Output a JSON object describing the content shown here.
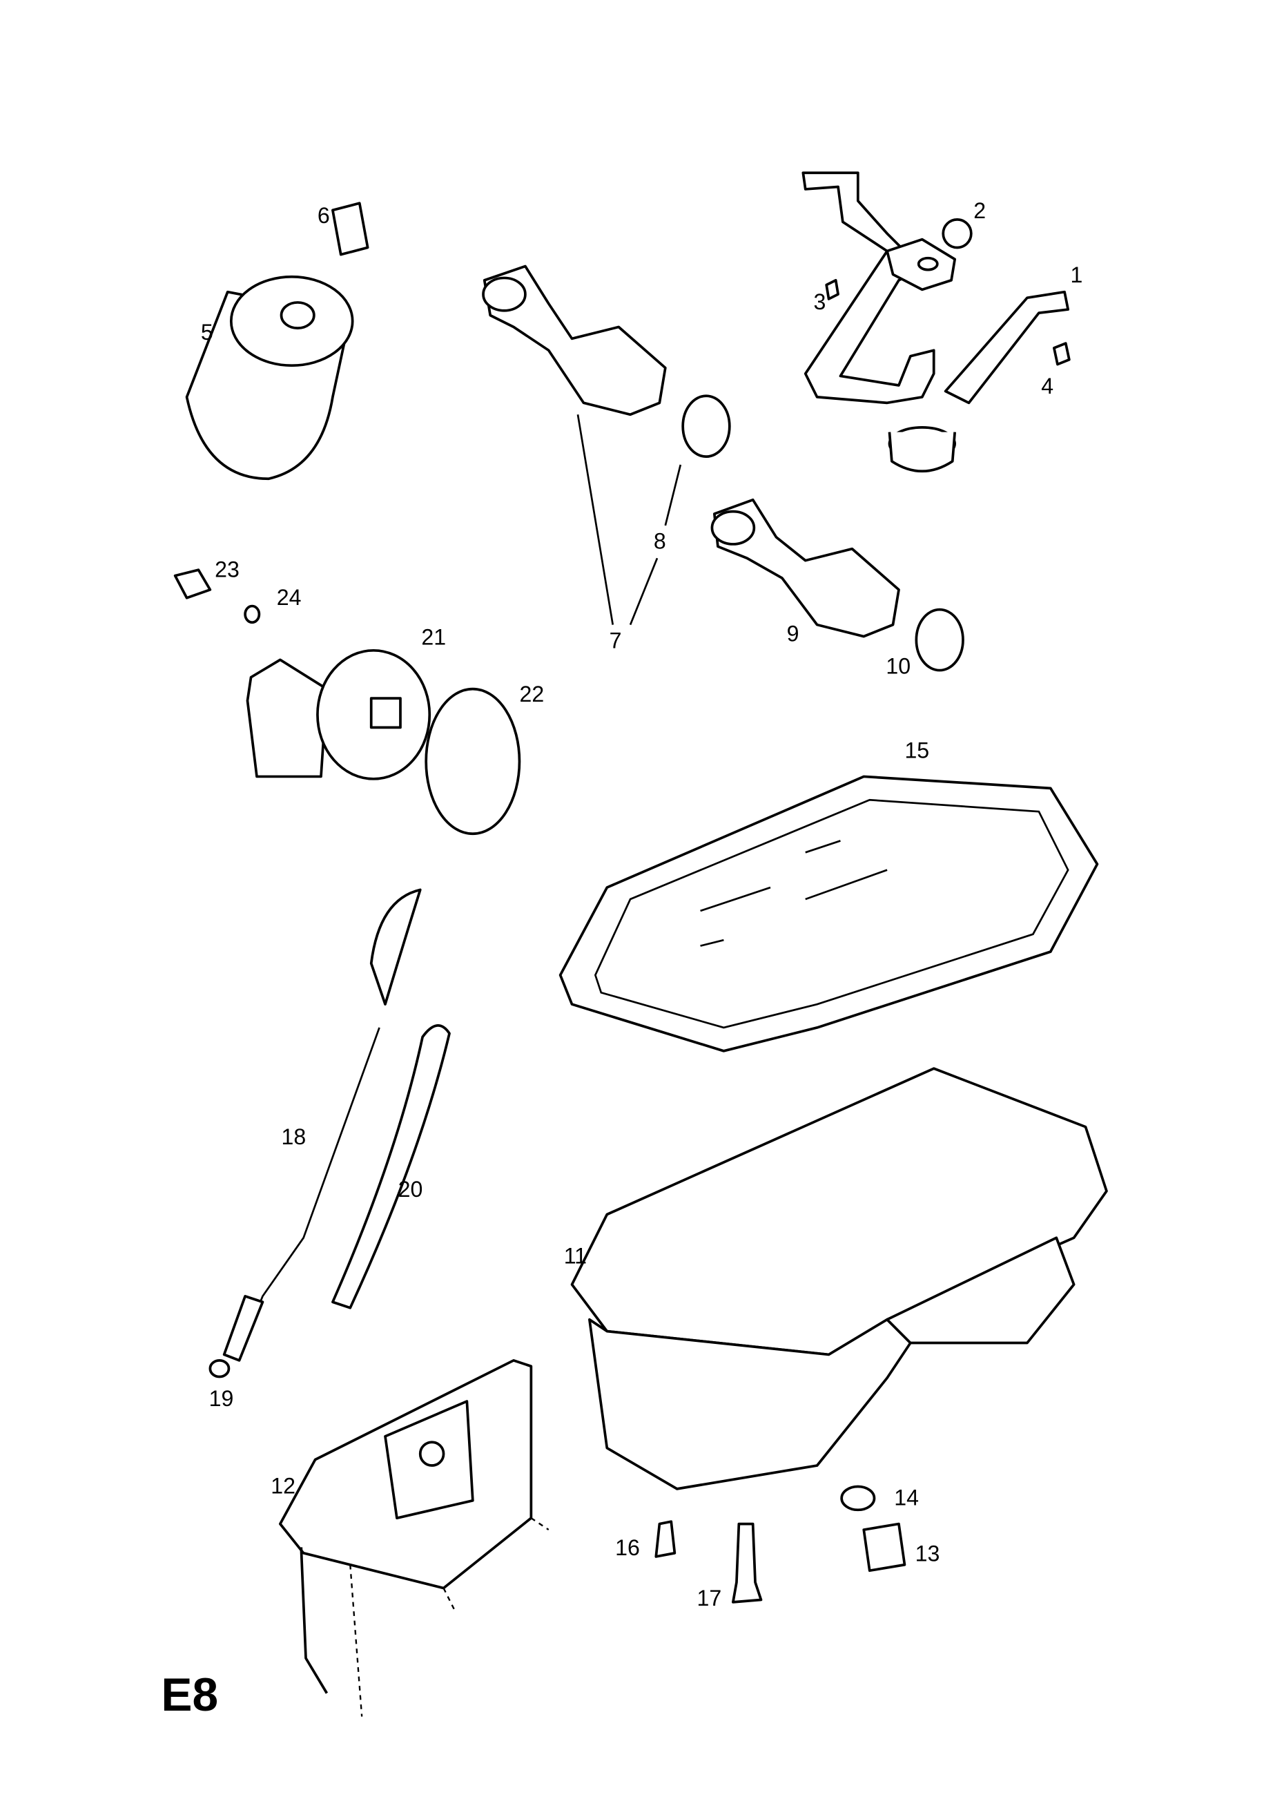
{
  "diagram": {
    "page_code": "E8",
    "callouts": [
      "1",
      "2",
      "3",
      "4",
      "5",
      "6",
      "7",
      "8",
      "9",
      "10",
      "11",
      "12",
      "13",
      "14",
      "15",
      "16",
      "17",
      "18",
      "19",
      "20",
      "21",
      "22",
      "23",
      "24"
    ]
  }
}
